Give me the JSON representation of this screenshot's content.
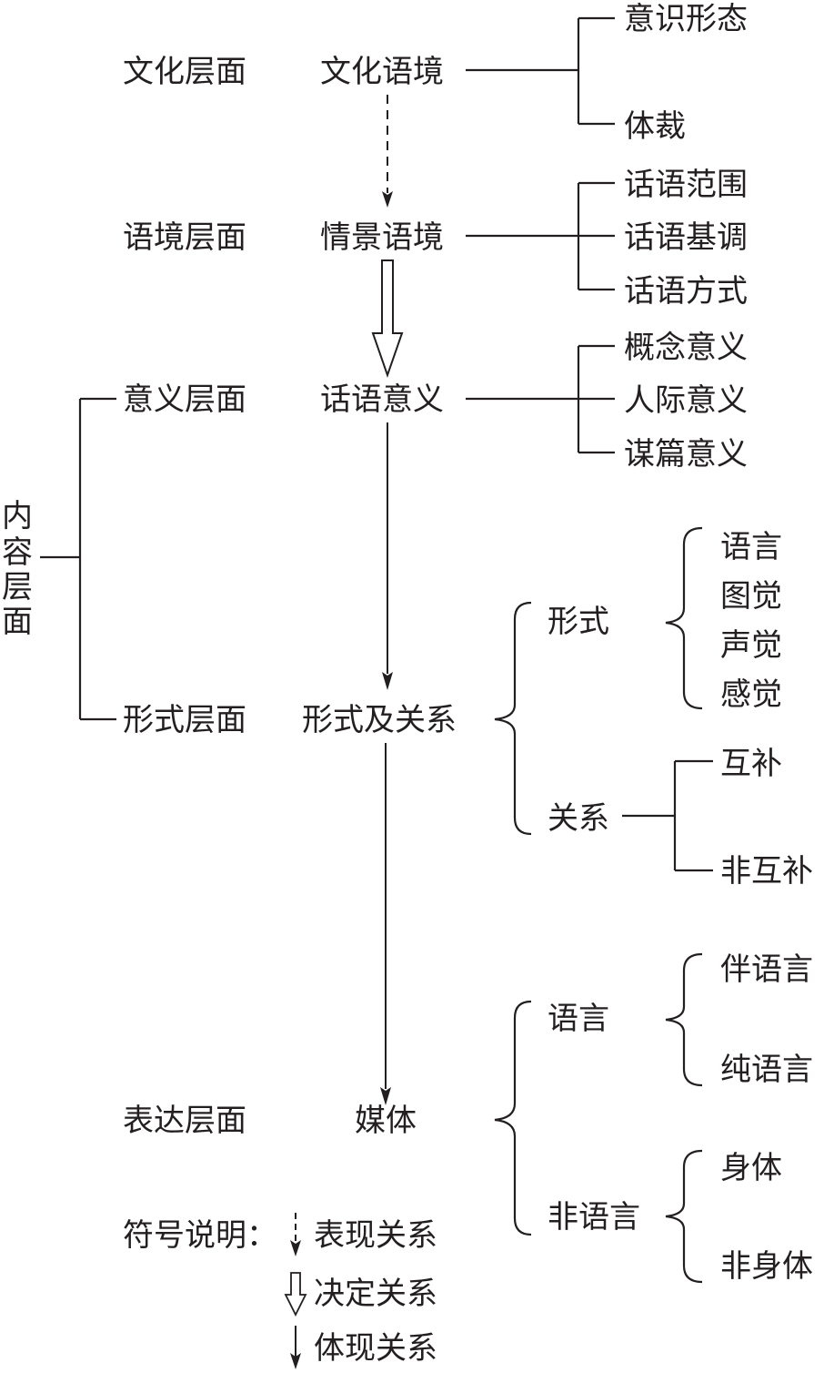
{
  "levels": {
    "culture": "文化层面",
    "context": "语境层面",
    "meaning": "意义层面",
    "form": "形式层面",
    "expression": "表达层面",
    "content": [
      "内",
      "容",
      "层",
      "面"
    ]
  },
  "center": {
    "cultural_context": "文化语境",
    "situational_context": "情景语境",
    "discourse_meaning": "话语意义",
    "form_relation": "形式及关系",
    "media": "媒体"
  },
  "cultural_context_children": [
    "意识形态",
    "体裁"
  ],
  "situational_context_children": [
    "话语范围",
    "话语基调",
    "话语方式"
  ],
  "discourse_meaning_children": [
    "概念意义",
    "人际意义",
    "谋篇意义"
  ],
  "form_relation": {
    "form_label": "形式",
    "form_children": [
      "语言",
      "图觉",
      "声觉",
      "感觉"
    ],
    "relation_label": "关系",
    "relation_children": [
      "互补",
      "非互补"
    ]
  },
  "media": {
    "language_label": "语言",
    "language_children": [
      "伴语言",
      "纯语言"
    ],
    "nonlanguage_label": "非语言",
    "nonlanguage_children": [
      "身体",
      "非身体"
    ]
  },
  "legend": {
    "title": "符号说明：",
    "items": [
      {
        "icon": "dashed-arrow-down",
        "label": "表现关系"
      },
      {
        "icon": "hollow-arrow-down",
        "label": "决定关系"
      },
      {
        "icon": "solid-arrow-down",
        "label": "体现关系"
      }
    ]
  }
}
